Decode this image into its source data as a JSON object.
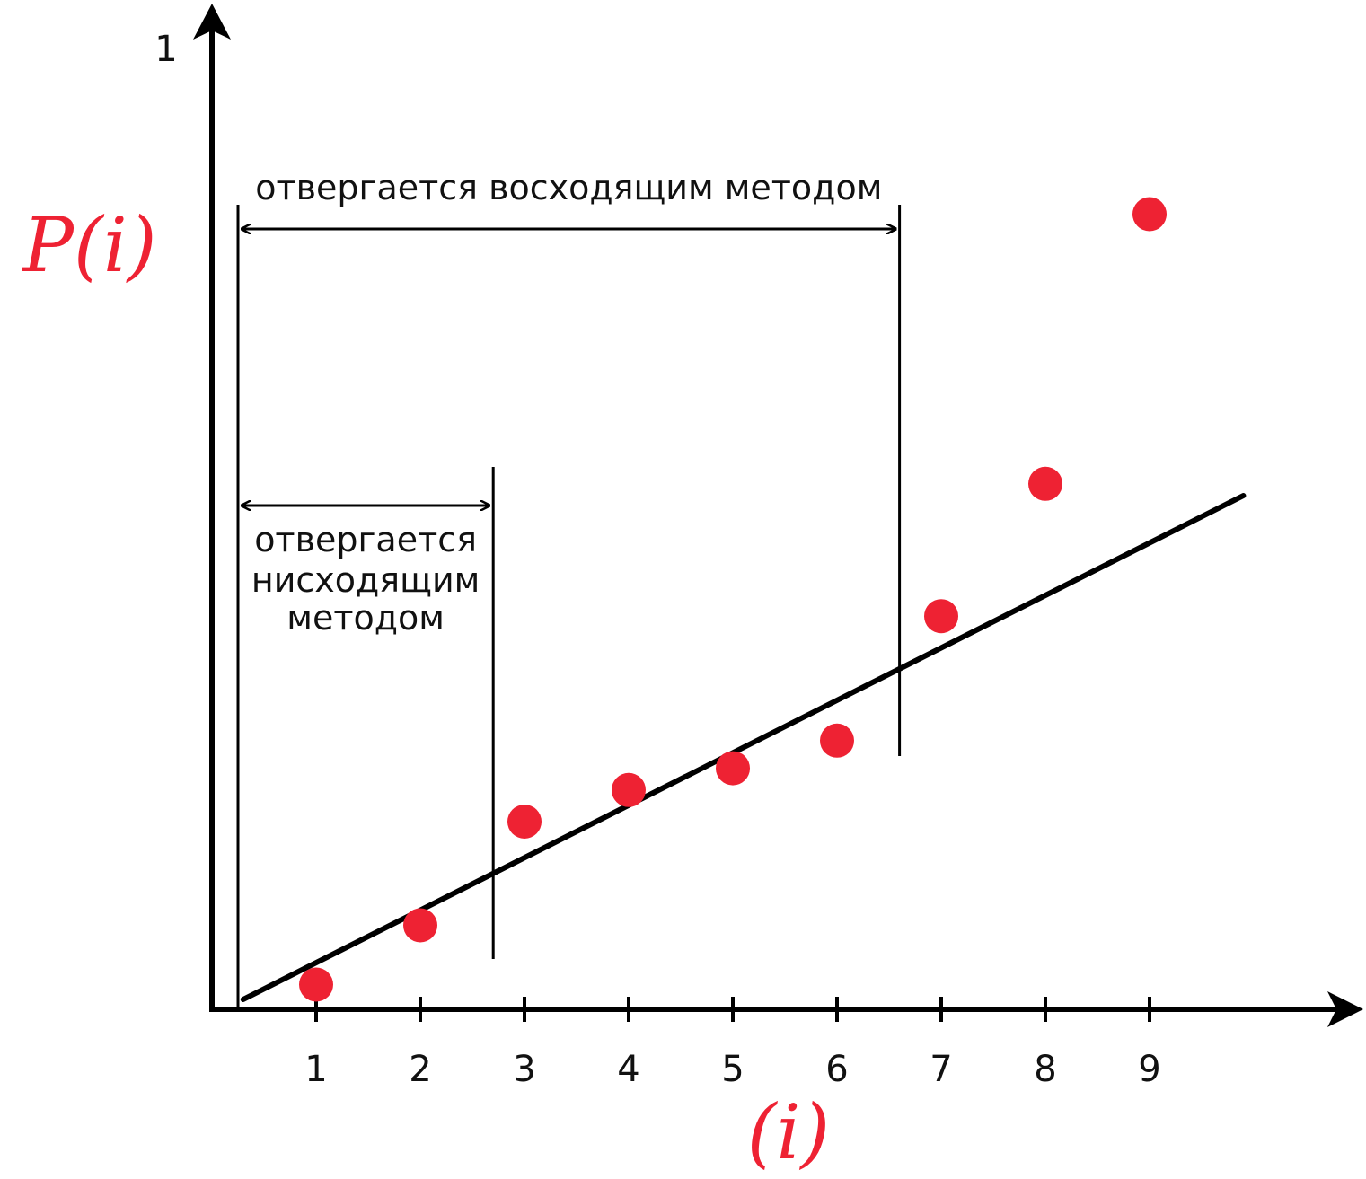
{
  "chart_data": {
    "type": "scatter",
    "title": "",
    "xlabel": "(i)",
    "ylabel": "P(i)",
    "y_top_label": "1",
    "categories": [
      "1",
      "2",
      "3",
      "4",
      "5",
      "6",
      "7",
      "8",
      "9"
    ],
    "x": [
      1,
      2,
      3,
      4,
      5,
      6,
      7,
      8,
      9
    ],
    "y": [
      0.025,
      0.085,
      0.19,
      0.222,
      0.244,
      0.272,
      0.398,
      0.532,
      0.805
    ],
    "xlim": [
      0,
      10.5
    ],
    "ylim": [
      0,
      1
    ],
    "grid": false,
    "reference_line": {
      "x": [
        0.3,
        9.9
      ],
      "y": [
        0.01,
        0.52
      ]
    },
    "annotations": {
      "step_up": {
        "label": "отвергается восходящим методом",
        "x_range": [
          0.25,
          6.6
        ]
      },
      "step_down": {
        "label_lines": [
          "отвергается",
          "нисходящим",
          "методом"
        ],
        "x_range": [
          0.25,
          2.7
        ]
      }
    }
  },
  "colors": {
    "points": "#ee2233",
    "labels": "#ee2233",
    "axes": "#000000"
  }
}
